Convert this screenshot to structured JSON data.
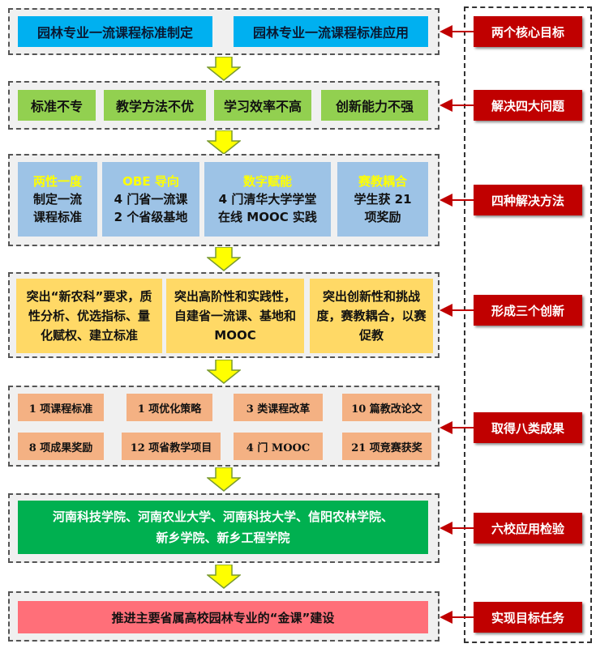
{
  "row1": {
    "items": [
      "园林专业一流课程标准制定",
      "园林专业一流课程标准应用"
    ]
  },
  "row2": {
    "items": [
      "标准不专",
      "教学方法不优",
      "学习效率不高",
      "创新能力不强"
    ]
  },
  "row3": {
    "items": [
      {
        "heading": "两性一度",
        "lines": [
          "制定一流",
          "课程标准"
        ]
      },
      {
        "heading": "OBE 导向",
        "lines": [
          "4 门省一流课",
          "2 个省级基地"
        ]
      },
      {
        "heading": "数字赋能",
        "lines": [
          "4 门清华大学学堂",
          "在线 MOOC 实践"
        ]
      },
      {
        "heading": "赛教耦合",
        "lines": [
          "学生获 21",
          "项奖励"
        ]
      }
    ]
  },
  "row4": {
    "items": [
      "突出“新农科”要求，质性分析、优选指标、量化赋权、建立标准",
      "突出高阶性和实践性，自建省一流课、基地和 MOOC",
      "突出创新性和挑战度，赛教耦合，以赛促教"
    ]
  },
  "row5": {
    "items": [
      "1 项课程标准",
      "1 项优化策略",
      "3 类课程改革",
      "10 篇教改论文",
      "8 项成果奖励",
      "12 项省教学项目",
      "4 门 MOOC",
      "21 项竞赛获奖"
    ]
  },
  "row6": {
    "lines": [
      "河南科技学院、河南农业大学、河南科技大学、信阳农林学院、",
      "新乡学院、新乡工程学院"
    ]
  },
  "row7": {
    "text": "推进主要省属高校园林专业的“金课”建设"
  },
  "side_labels": [
    "两个核心目标",
    "解决四大问题",
    "四种解决方法",
    "形成三个创新",
    "取得八类成果",
    "六校应用检验",
    "实现目标任务"
  ],
  "colors": {
    "red": "#c00000",
    "arrow_yellow": "#ffff00",
    "blue": "#00b0f0",
    "green": "#92d050",
    "teal": "#00b050",
    "pink": "#ff6f79",
    "orange": "#f4b183",
    "yellow": "#ffd966",
    "light_blue": "#9dc3e6"
  }
}
